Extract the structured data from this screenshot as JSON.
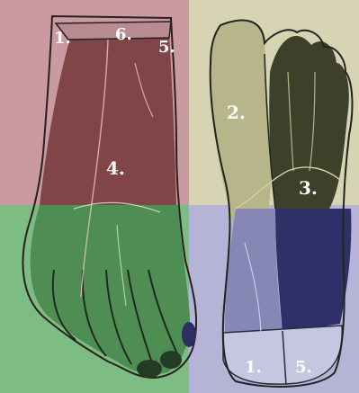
{
  "figure": {
    "labels": {
      "top_left_1": "1.",
      "top_6": "6.",
      "top_5": "5.",
      "middle_2": "2.",
      "dorsum_4": "4.",
      "middle_3": "3.",
      "bottom_1": "1.",
      "bottom_5": "5."
    },
    "quadrant_colors": {
      "top_left": "#c99aa2",
      "top_right": "#d6d4b2",
      "bottom_left": "#7dbd84",
      "bottom_right": "#b5b4d6"
    },
    "zone_colors": {
      "dorsal_central": "#7a3f3f",
      "dorsal_lower": "#4a8a4f",
      "plantar_medial": "#b7b68a",
      "plantar_lateral": "#3d4129",
      "heel_lateral": "#2f3067",
      "heel_medial": "#8787b6"
    }
  }
}
